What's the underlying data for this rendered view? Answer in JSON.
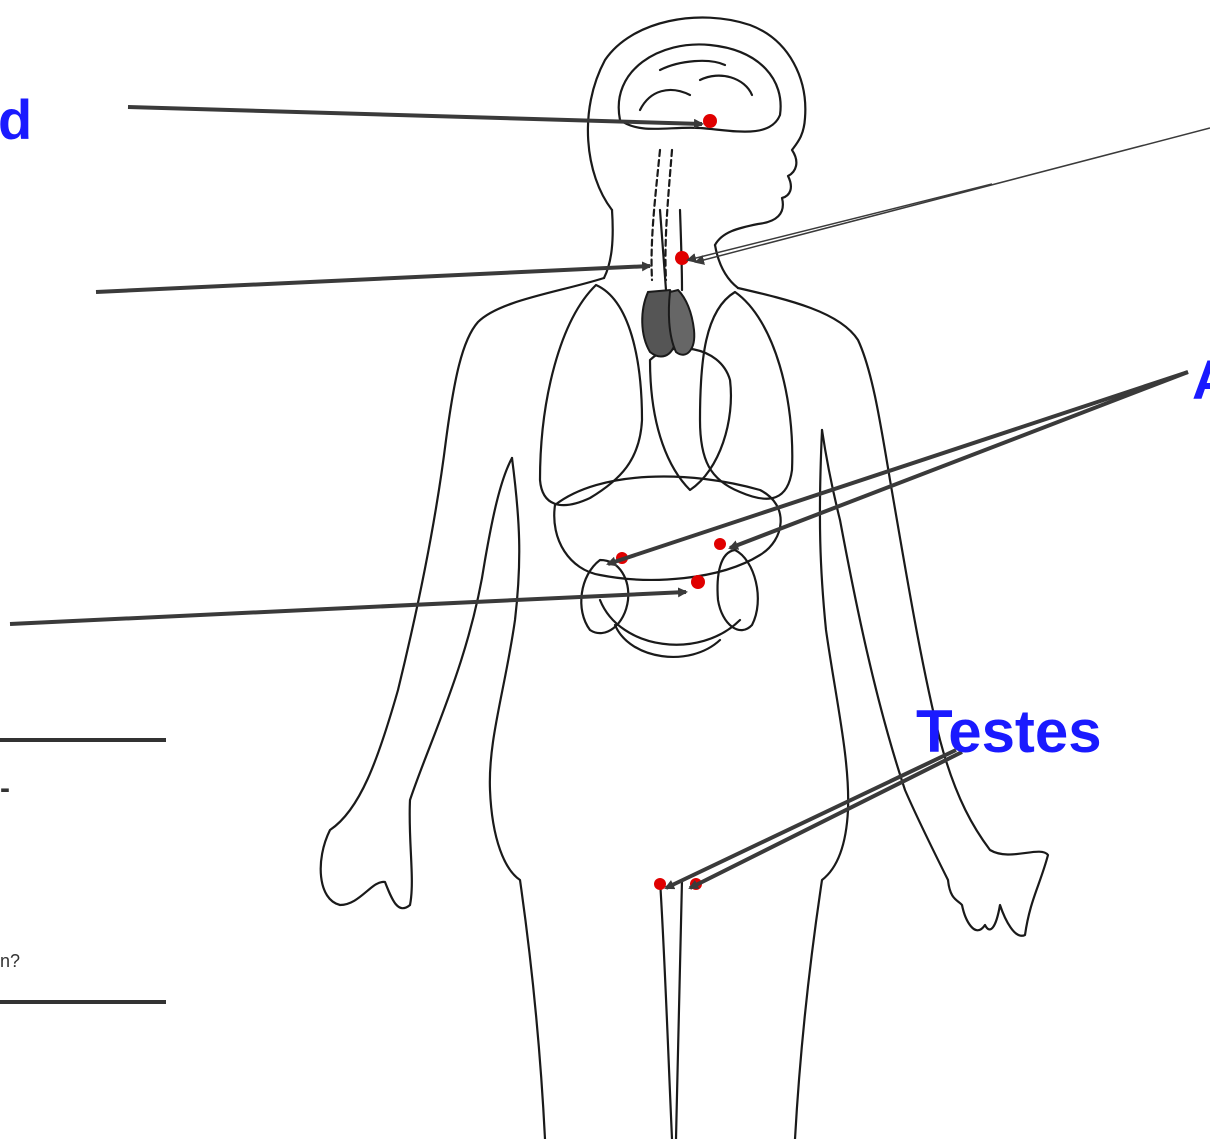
{
  "colors": {
    "label_blue": "#1a1aff",
    "arrow": "#3a3a3a",
    "gland_red": "#e00000",
    "outline": "#1a1a1a"
  },
  "labels": {
    "pineal_fragment": "d",
    "adrenal_fragment": "A",
    "testes": "Testes"
  },
  "side_text": {
    "dash": "-",
    "question_fragment": "n?"
  }
}
